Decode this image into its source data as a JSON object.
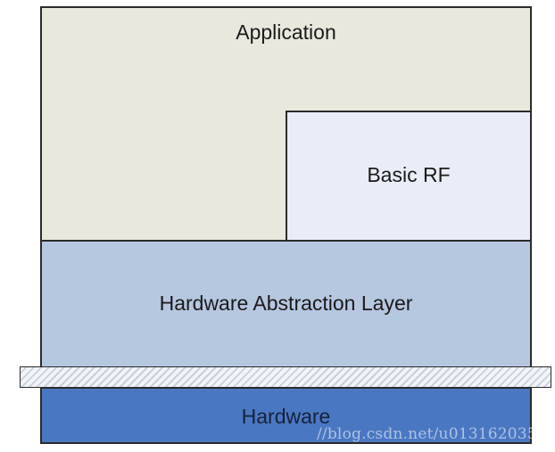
{
  "layers": {
    "application": "Application",
    "basic_rf": "Basic RF",
    "hal": "Hardware Abstraction Layer",
    "hardware": "Hardware"
  },
  "watermark": "//blog.csdn.net/u013162035",
  "colors": {
    "application": "#e8e8dc",
    "basic_rf": "#e9edf7",
    "hal": "#b6c7e0",
    "hardware": "#4a77c2",
    "border": "#2b2b2b"
  }
}
